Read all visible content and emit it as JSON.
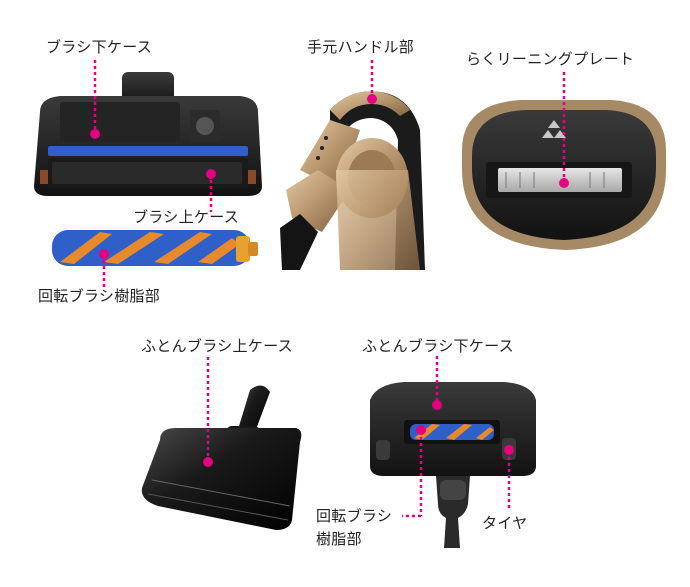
{
  "colors": {
    "accent": "#e4007f",
    "product_dark": "#1e1e1e",
    "champagne": "#b8956c",
    "brush_blue": "#2f5fc9",
    "brush_orange": "#e8892b"
  },
  "labels": {
    "brush_lower_case": "ブラシ下ケース",
    "brush_upper_case": "ブラシ上ケース",
    "rotating_brush_resin": "回転ブラシ樹脂部",
    "handle_resin": "手元ハンドル部",
    "easy_cleaning_plate": "らくリーニングプレート",
    "futon_brush_upper_case": "ふとんブラシ上ケース",
    "futon_brush_lower_case": "ふとんブラシ下ケース",
    "futon_rotating_brush_resin_line1": "回転ブラシ",
    "futon_rotating_brush_resin_line2": "樹脂部",
    "tire": "タイヤ"
  },
  "icons": {
    "brush_head_bottom": "vacuum-brush-head-bottom-image",
    "rotating_brush": "rotating-brush-roller-image",
    "handle": "vacuum-handle-image",
    "dust_bin_plate": "dust-bin-cleaning-plate-image",
    "futon_head_top": "futon-brush-head-top-image",
    "futon_head_bottom": "futon-brush-head-bottom-image"
  }
}
